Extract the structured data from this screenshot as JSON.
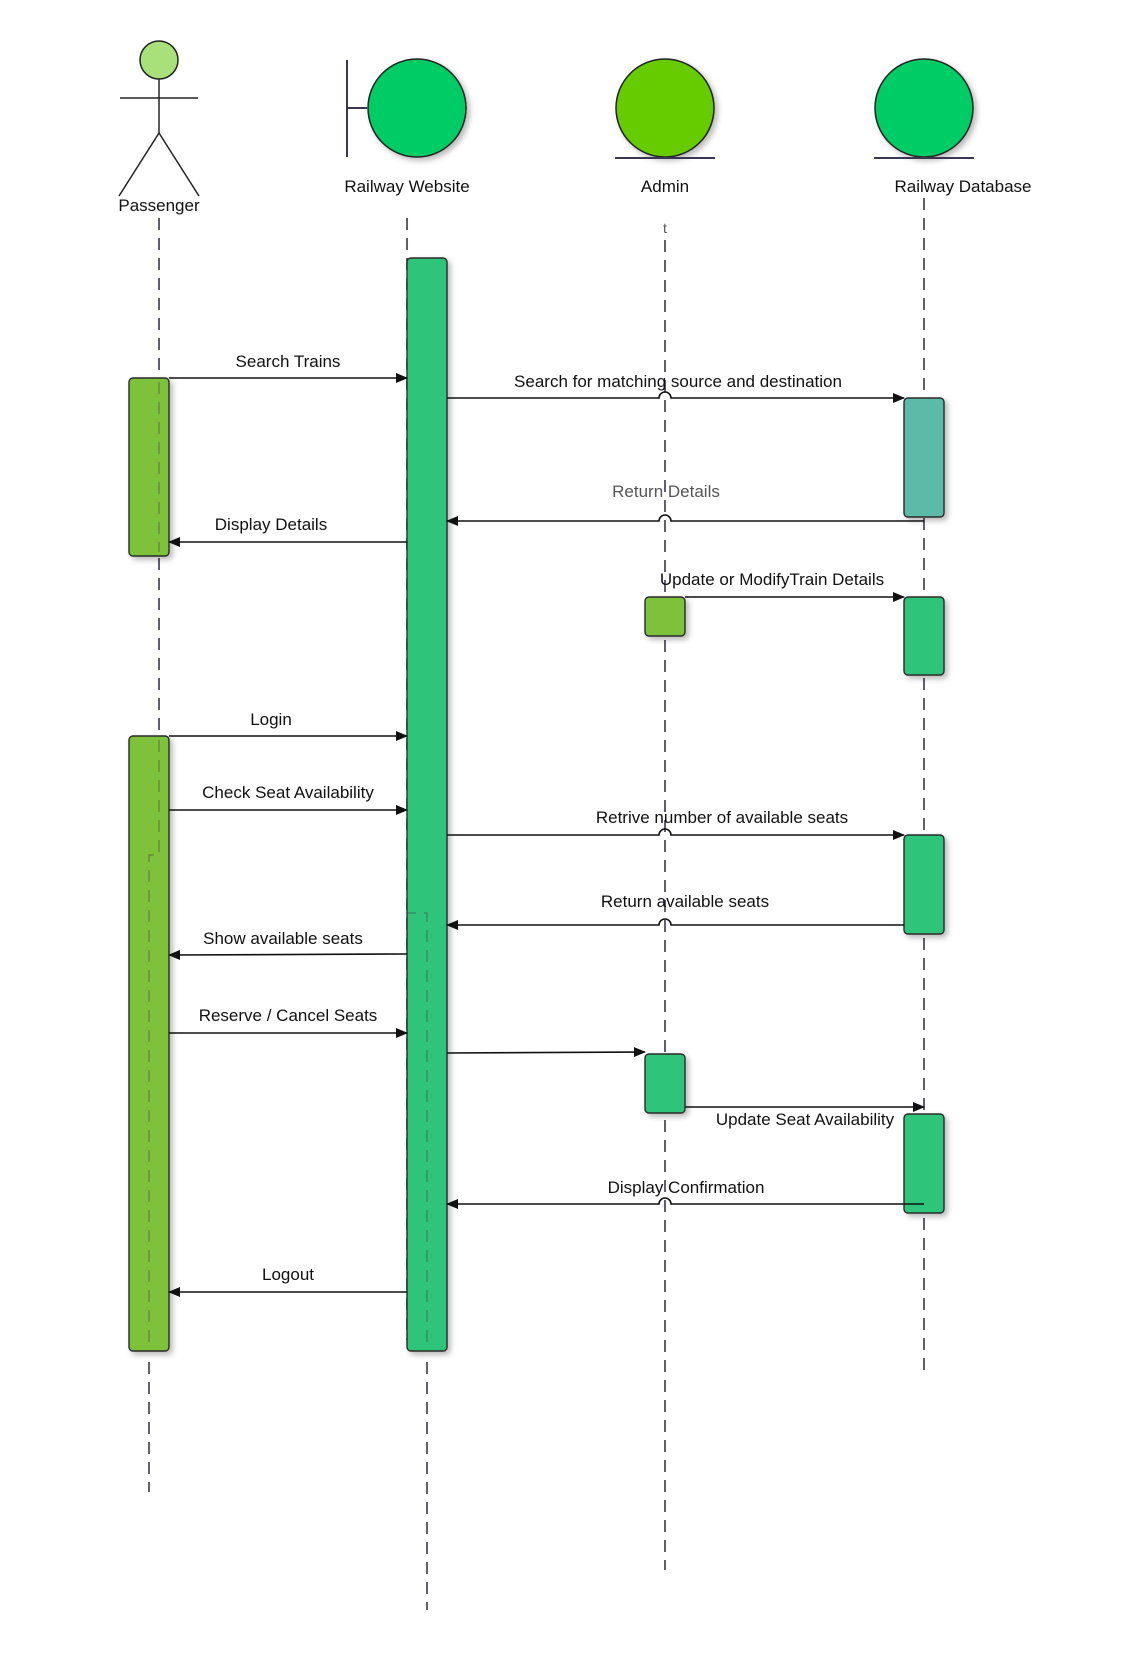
{
  "participants": {
    "passenger": {
      "label": "Passenger",
      "kind": "actor",
      "color": "#a8e07a"
    },
    "website": {
      "label": "Railway Website",
      "kind": "boundary",
      "color": "#00cc66"
    },
    "admin": {
      "label": "Admin",
      "kind": "entity",
      "color": "#66cc00"
    },
    "database": {
      "label": "Railway Database",
      "kind": "entity",
      "color": "#00cc66"
    }
  },
  "messages": [
    {
      "id": "m1",
      "label": "Search Trains",
      "from": "passenger",
      "to": "website",
      "style": "call"
    },
    {
      "id": "m2",
      "label": "Search for matching source and destination",
      "from": "website",
      "to": "database",
      "style": "call"
    },
    {
      "id": "m3",
      "label": "Return Details",
      "from": "database",
      "to": "website",
      "style": "return"
    },
    {
      "id": "m4",
      "label": "Display Details",
      "from": "website",
      "to": "passenger",
      "style": "return"
    },
    {
      "id": "m5",
      "label": "Update or ModifyTrain Details",
      "from": "admin",
      "to": "database",
      "style": "call"
    },
    {
      "id": "m6",
      "label": "Login",
      "from": "passenger",
      "to": "website",
      "style": "call"
    },
    {
      "id": "m7",
      "label": "Check Seat Availability",
      "from": "passenger",
      "to": "website",
      "style": "call"
    },
    {
      "id": "m8",
      "label": "Retrive number of available seats",
      "from": "website",
      "to": "database",
      "style": "call"
    },
    {
      "id": "m9",
      "label": "Return available seats",
      "from": "database",
      "to": "website",
      "style": "return"
    },
    {
      "id": "m10",
      "label": "Show available seats",
      "from": "website",
      "to": "passenger",
      "style": "return"
    },
    {
      "id": "m11",
      "label": "Reserve / Cancel Seats",
      "from": "passenger",
      "to": "website",
      "style": "call"
    },
    {
      "id": "m12",
      "label": "",
      "from": "website",
      "to": "admin",
      "style": "call"
    },
    {
      "id": "m13",
      "label": "Update Seat Availability",
      "from": "admin",
      "to": "database",
      "style": "call"
    },
    {
      "id": "m14",
      "label": "Display Confirmation",
      "from": "database",
      "to": "website",
      "style": "return"
    },
    {
      "id": "m15",
      "label": "Logout",
      "from": "website",
      "to": "passenger",
      "style": "return"
    }
  ],
  "admin_mark": "t",
  "colors": {
    "activation_green": "#7ec23a",
    "activation_mint": "#2ec47a",
    "activation_teal": "#5bbba8",
    "lifeline": "#3a3550"
  }
}
